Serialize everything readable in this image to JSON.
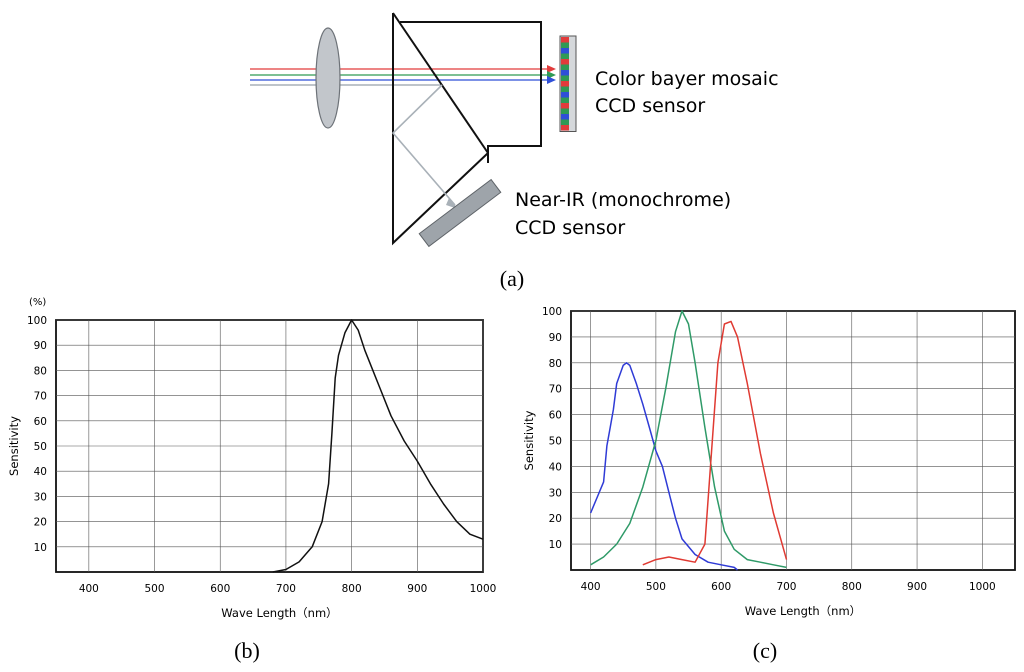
{
  "diagram": {
    "panel_label": "(a)",
    "sensor_color_line1": "Color bayer mosaic",
    "sensor_color_line2": "CCD sensor",
    "sensor_nir_line1": "Near-IR (monochrome)",
    "sensor_nir_line2": "CCD sensor",
    "beam_colors": {
      "red": "#e23b3b",
      "green": "#2f9a55",
      "blue": "#2f4fd8",
      "gray": "#a9b1b8"
    }
  },
  "chart_data": [
    {
      "panel_label": "(b)",
      "type": "line",
      "xlabel": "Wave Length（nm）",
      "ylabel": "Sensitivity",
      "y_unit": "(%)",
      "xlim": [
        350,
        1000
      ],
      "ylim": [
        0,
        100
      ],
      "x_ticks": [
        400,
        500,
        600,
        700,
        800,
        900,
        1000
      ],
      "y_ticks": [
        10,
        20,
        30,
        40,
        50,
        60,
        70,
        80,
        90,
        100
      ],
      "grid": true,
      "series": [
        {
          "color": "#111111",
          "x": [
            680,
            700,
            720,
            740,
            755,
            765,
            770,
            775,
            780,
            790,
            800,
            810,
            820,
            840,
            860,
            880,
            900,
            920,
            940,
            960,
            980,
            1000
          ],
          "y": [
            0,
            1,
            4,
            10,
            20,
            35,
            55,
            77,
            86,
            95,
            100,
            96,
            88,
            75,
            62,
            52,
            44,
            35,
            27,
            20,
            15,
            13
          ]
        }
      ]
    },
    {
      "panel_label": "(c)",
      "type": "line",
      "xlabel": "Wave Length（nm）",
      "ylabel": "Sensitivity",
      "xlim": [
        370,
        1050
      ],
      "ylim": [
        0,
        100
      ],
      "x_ticks": [
        400,
        500,
        600,
        700,
        800,
        900,
        1000
      ],
      "y_ticks": [
        10,
        20,
        30,
        40,
        50,
        60,
        70,
        80,
        90,
        100
      ],
      "grid": true,
      "series": [
        {
          "color": "#2f3bd6",
          "x": [
            400,
            410,
            420,
            425,
            430,
            435,
            440,
            450,
            455,
            460,
            470,
            480,
            490,
            500,
            510,
            520,
            530,
            540,
            560,
            580,
            600,
            620,
            625
          ],
          "y": [
            22,
            28,
            34,
            48,
            55,
            62,
            72,
            79,
            80,
            79,
            72,
            64,
            55,
            46,
            40,
            30,
            20,
            12,
            6,
            3,
            2,
            1,
            0
          ]
        },
        {
          "color": "#2f9a68",
          "x": [
            400,
            420,
            440,
            460,
            480,
            500,
            515,
            530,
            540,
            550,
            560,
            575,
            590,
            605,
            620,
            640,
            660,
            680,
            700
          ],
          "y": [
            2,
            5,
            10,
            18,
            32,
            50,
            70,
            92,
            100,
            95,
            80,
            55,
            32,
            15,
            8,
            4,
            3,
            2,
            1
          ]
        },
        {
          "color": "#e03a32",
          "x": [
            480,
            500,
            520,
            540,
            560,
            575,
            585,
            595,
            605,
            615,
            625,
            640,
            660,
            680,
            700
          ],
          "y": [
            2,
            4,
            5,
            4,
            3,
            10,
            45,
            80,
            95,
            96,
            90,
            72,
            45,
            22,
            4
          ]
        }
      ]
    }
  ]
}
